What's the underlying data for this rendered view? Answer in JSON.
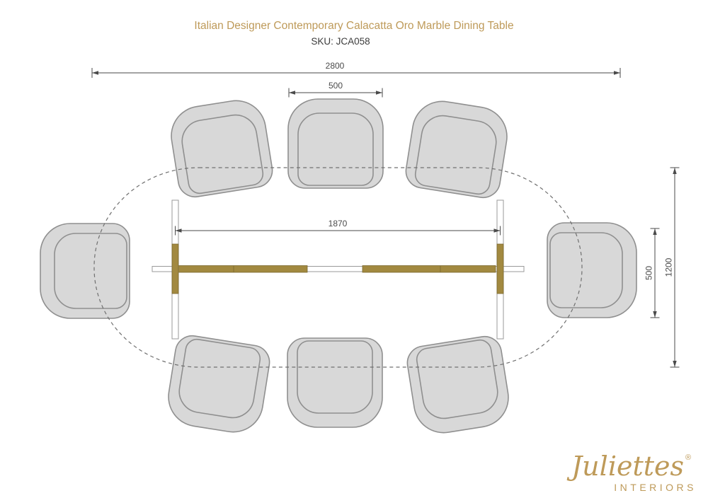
{
  "header": {
    "title": "Italian Designer Contemporary Calacatta Oro Marble Dining Table",
    "sku": "SKU: JCA058"
  },
  "dimensions": {
    "overall_length": "2800",
    "seat_width": "500",
    "base_length": "1870",
    "base_depth": "500",
    "overall_width": "1200"
  },
  "brand": {
    "name": "Juliettes",
    "registered": "®",
    "subtitle": "INTERIORS"
  },
  "colors": {
    "gold": "#BE9A59",
    "brass": "#A28940",
    "chair_fill": "#D8D8D8",
    "dim_line": "#4A4A4A"
  }
}
